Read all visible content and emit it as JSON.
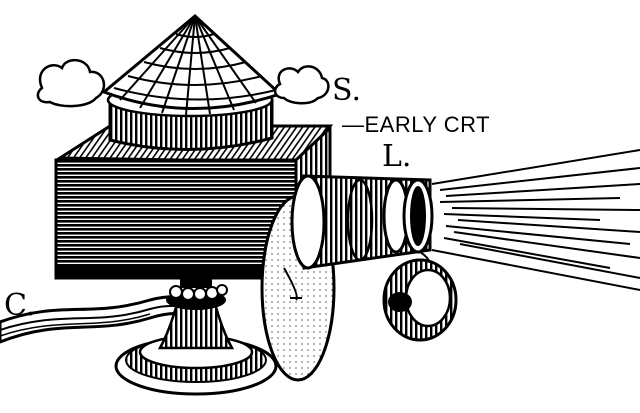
{
  "labels": {
    "s": "S.",
    "early_crt": "—EARLY CRT",
    "l": "L.",
    "c": "C."
  },
  "colors": {
    "ink": "#000000",
    "paper": "#ffffff"
  }
}
